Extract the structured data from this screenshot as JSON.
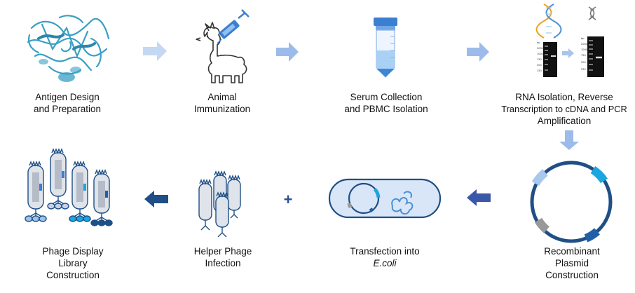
{
  "steps": {
    "antigen": {
      "line1": "Antigen Design",
      "line2": "and Preparation"
    },
    "animal": {
      "line1": "Animal",
      "line2": "Immunization"
    },
    "serum": {
      "line1": "Serum Collection",
      "line2": "and PBMC Isolation"
    },
    "rna": {
      "line1": "RNA Isolation, Reverse",
      "line2": "Transcription to cDNA and PCR",
      "line3": "Amplification"
    },
    "plasmid": {
      "line1": "Recombinant",
      "line2": "Plasmid",
      "line3": "Construction"
    },
    "transfection": {
      "line1": "Transfection into",
      "line2": "E.coli"
    },
    "helper": {
      "line1": "Helper Phage",
      "line2": "Infection"
    },
    "library": {
      "line1": "Phage Display",
      "line2": "Library",
      "line3": "Construction"
    }
  },
  "plus_sign": "+",
  "colors": {
    "light_arrow": "#c5d8f3",
    "mid_arrow": "#9dbbea",
    "dark_arrow_1": "#3b57a8",
    "dark_arrow_2": "#1f4f86",
    "protein": "#3a9fc4",
    "plasmid_ring": "#1f4f86",
    "phage_fill": "#dfe3ea",
    "phage_stroke": "#1f4f86"
  },
  "icons": [
    "protein-structure-icon",
    "llama-icon",
    "syringe-icon",
    "centrifuge-tube-icon",
    "dna-helix-icon",
    "gel-electrophoresis-icon",
    "plasmid-icon",
    "bacterium-icon",
    "phage-icon"
  ]
}
